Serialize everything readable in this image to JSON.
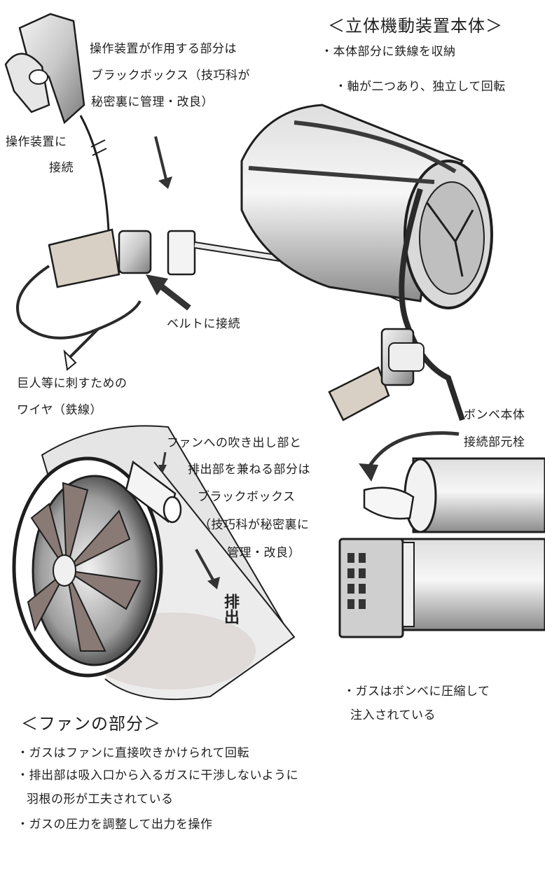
{
  "main_title": "＜立体機動装置本体＞",
  "main_notes": [
    "・本体部分に鉄線を収納",
    "・軸が二つあり、独立して回転"
  ],
  "handle_note": [
    "操作装置が作用する部分は",
    "ブラックボックス（技巧科が",
    "秘密裏に管理・改良）"
  ],
  "connect_note": [
    "操作装置に",
    "接続"
  ],
  "belt_note": "ベルトに接続",
  "wire_note": [
    "巨人等に刺すための",
    "ワイヤ（鉄線）"
  ],
  "cylinder_valve_note": [
    "ボンベ本体",
    "接続部元栓"
  ],
  "fan_outlet_note": [
    "ファンへの吹き出し部と",
    "排出部を兼ねる部分は",
    "ブラックボックス",
    "（技巧科が秘密裏に",
    "管理・改良）"
  ],
  "exhaust_label": "排出",
  "gas_note": [
    "・ガスはボンベに圧縮して",
    "注入されている"
  ],
  "fan_title": "＜ファンの部分＞",
  "fan_notes": [
    "・ガスはファンに直接吹きかけられて回転",
    "・排出部は吸入口から入るガスに干渉しないように",
    "羽根の形が工夫されている",
    "・ガスの圧力を調整して出力を操作"
  ],
  "colors": {
    "ink": "#1e1e1e",
    "shade": "#9a9a9a",
    "wood": "#cfc7bd",
    "fan_shadow": "#8a7a76",
    "background": "#ffffff"
  }
}
